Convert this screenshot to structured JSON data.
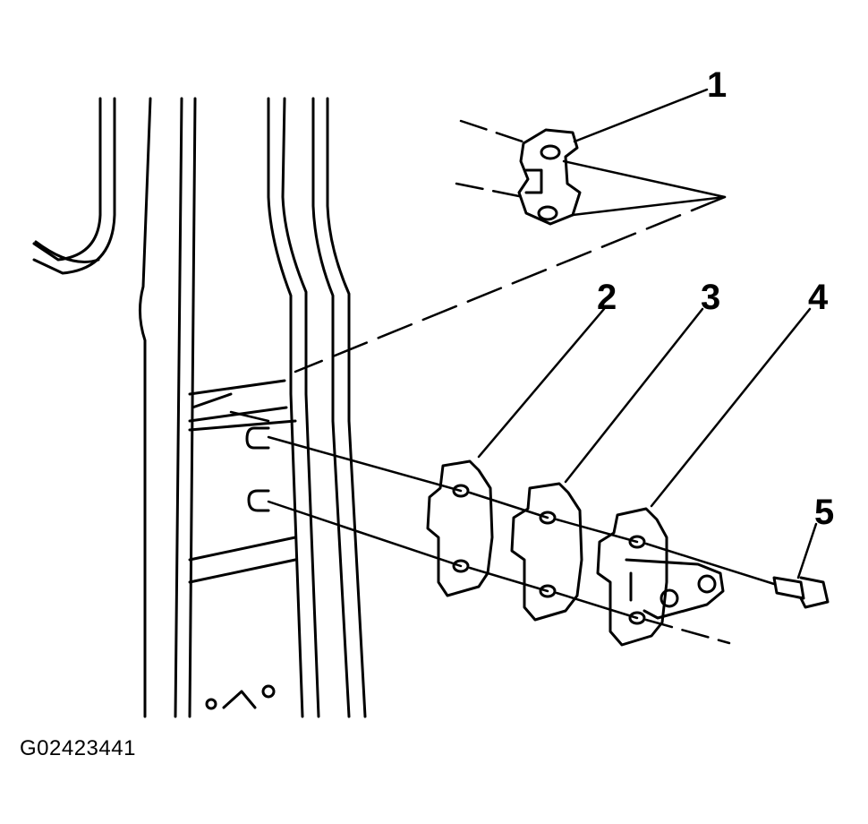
{
  "callouts": [
    "1",
    "2",
    "3",
    "4",
    "5"
  ],
  "figure_id": "G02423441"
}
